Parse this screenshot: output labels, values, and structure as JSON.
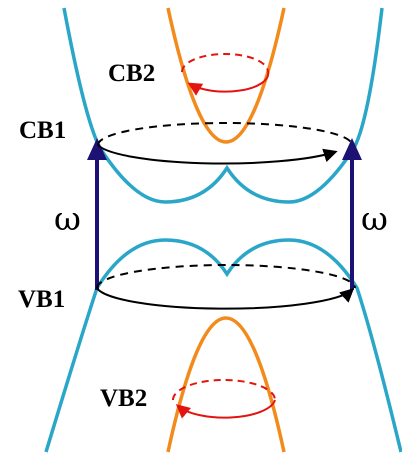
{
  "labels": {
    "cb1": "CB1",
    "cb2": "CB2",
    "vb1": "VB1",
    "vb2": "VB2",
    "omega_left": "ω",
    "omega_right": "ω"
  },
  "colors": {
    "band_primary": "#2aa7c8",
    "band_secondary": "#f28a1c",
    "excitation_arrow": "#1c1273",
    "orbit_outer": "#000000",
    "orbit_inner": "#e3140f"
  },
  "icons": {
    "excitation": "arrow-up-icon",
    "orbit": "elliptical-orbit-arrow-icon"
  }
}
